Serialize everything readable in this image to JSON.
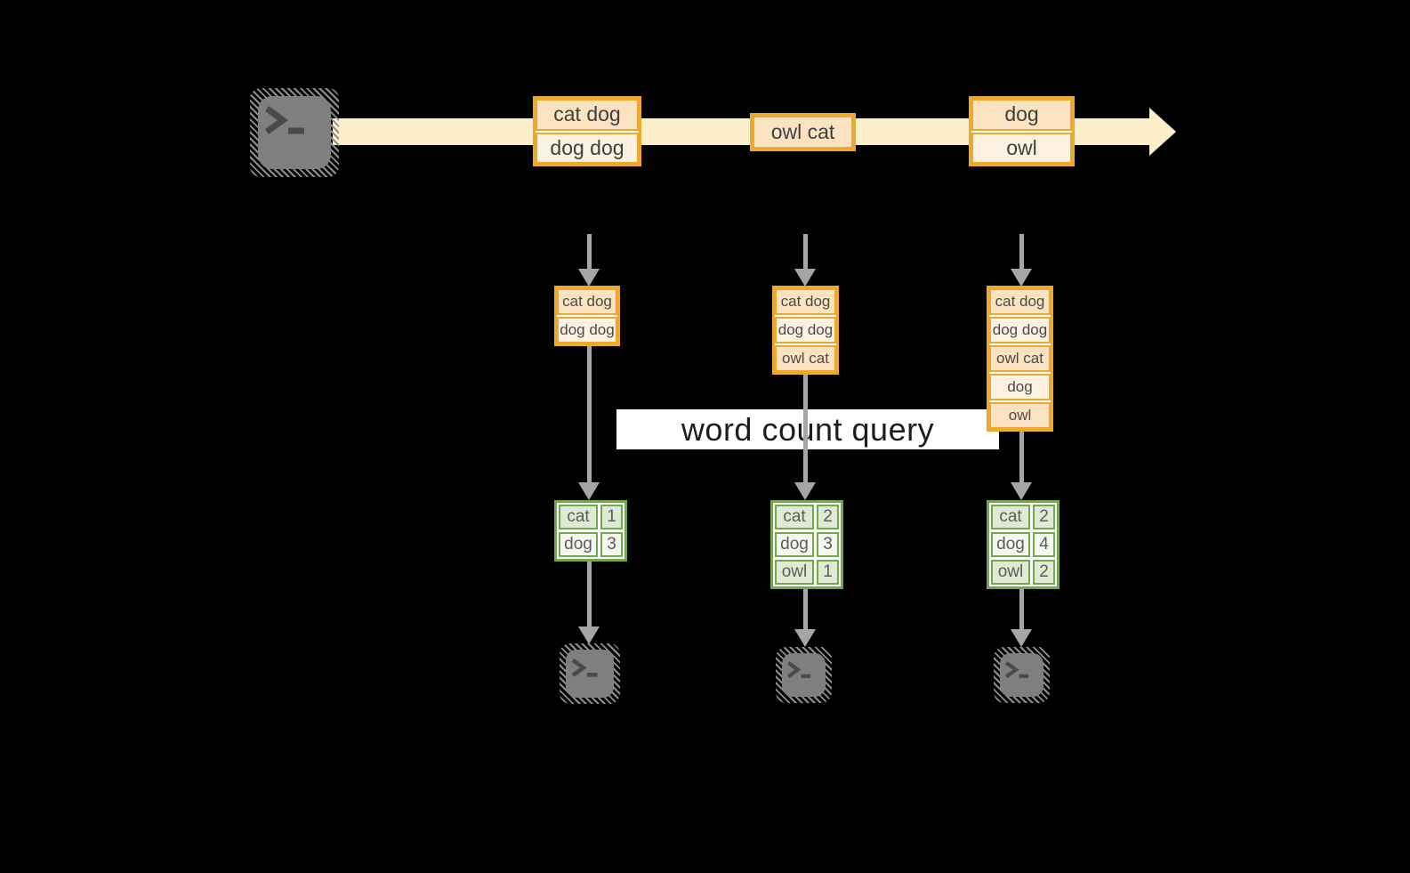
{
  "banner": {
    "label": "word count query"
  },
  "stream": {
    "source_icon": "terminal-icon",
    "groups": [
      {
        "rows": [
          "cat dog",
          "dog dog"
        ]
      },
      {
        "rows": [
          "owl cat"
        ]
      },
      {
        "rows": [
          "dog",
          "owl"
        ]
      }
    ]
  },
  "columns": [
    {
      "buffer": [
        "cat dog",
        "dog dog"
      ],
      "counts": [
        [
          "cat",
          "1"
        ],
        [
          "dog",
          "3"
        ]
      ],
      "sink_icon": "terminal-icon"
    },
    {
      "buffer": [
        "cat dog",
        "dog dog",
        "owl cat"
      ],
      "counts": [
        [
          "cat",
          "2"
        ],
        [
          "dog",
          "3"
        ],
        [
          "owl",
          "1"
        ]
      ],
      "sink_icon": "terminal-icon"
    },
    {
      "buffer": [
        "cat dog",
        "dog dog",
        "owl cat",
        "dog",
        "owl"
      ],
      "counts": [
        [
          "cat",
          "2"
        ],
        [
          "dog",
          "4"
        ],
        [
          "owl",
          "2"
        ]
      ],
      "sink_icon": "terminal-icon"
    }
  ],
  "colors": {
    "background": "#000000",
    "stream_band": "#fcefca",
    "event_border": "#eda92e",
    "event_fill_dark": "#fbe3c1",
    "event_fill_light": "#fdf2e2",
    "count_border": "#72a74d",
    "count_fill_tint": "#dfead4",
    "count_fill_light": "#f4f7f0",
    "arrow": "#a6a6a6",
    "terminal": "#7f7f7f",
    "banner_bg": "#ffffff",
    "text_dark": "#3f3f3f"
  }
}
